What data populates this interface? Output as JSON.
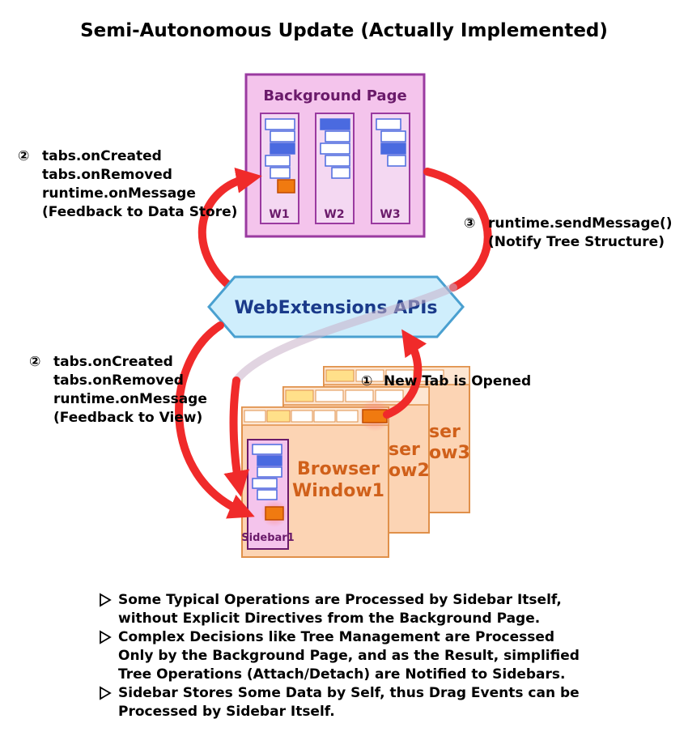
{
  "title": "Semi-Autonomous Update (Actually Implemented)",
  "background_page": {
    "title": "Background Page",
    "windows": [
      "W1",
      "W2",
      "W3"
    ]
  },
  "apis_label": "WebExtensions APIs",
  "left_top_events": {
    "number": "②",
    "lines": [
      "tabs.onCreated",
      "tabs.onRemoved",
      "runtime.onMessage",
      "(Feedback to Data Store)"
    ]
  },
  "right_message": {
    "number": "③",
    "lines": [
      "runtime.sendMessage()",
      "(Notify Tree Structure)"
    ]
  },
  "left_bottom_events": {
    "number": "②",
    "lines": [
      "tabs.onCreated",
      "tabs.onRemoved",
      "runtime.onMessage",
      "(Feedback to View)"
    ]
  },
  "new_tab": {
    "number": "①",
    "text": "New Tab is Opened"
  },
  "browser_windows": [
    {
      "line1": "Browser",
      "line2": "Window1"
    },
    {
      "line1": "ser",
      "line2": "ow2"
    },
    {
      "line1": "ser",
      "line2": "ow3"
    }
  ],
  "sidebar_label": "Sidebar1",
  "notes": [
    {
      "lines": [
        "Some Typical Operations are Processed by Sidebar Itself,",
        "without Explicit Directives from the Background Page."
      ]
    },
    {
      "lines": [
        "Complex Decisions like Tree Management are Processed",
        "Only by the Background Page, and as the Result, simplified",
        "Tree Operations (Attach/Detach) are Notified to Sidebars."
      ]
    },
    {
      "lines": [
        "Sidebar Stores Some Data by Self, thus Drag Events can be",
        "Processed by Sidebar Itself."
      ]
    }
  ],
  "colors": {
    "arrow": "#f02a2a",
    "background_page_fill": "#f4c4ec",
    "background_page_border": "#9a3aa0",
    "apis_fill": "#cfeefc",
    "apis_border": "#4aa0d0",
    "window_fill": "#fcd4b4",
    "window_border": "#e0904a",
    "tab_active": "#f07a10",
    "tree_node_blue": "#4a6ae0"
  }
}
